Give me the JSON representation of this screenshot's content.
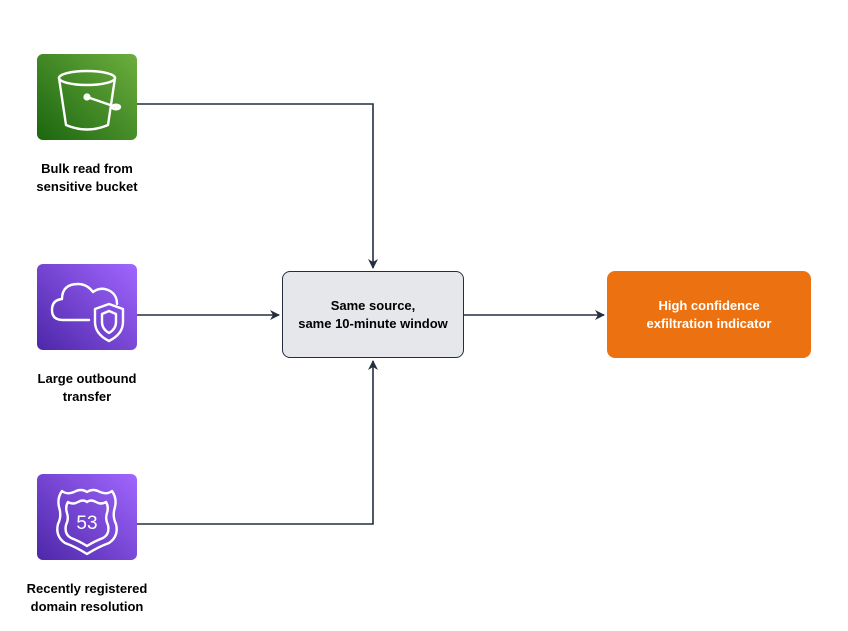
{
  "diagram": {
    "sources": [
      {
        "id": "s3",
        "icon": "s3-bucket-icon",
        "label": "Bulk read from\nsensitive bucket",
        "color": "#3f8624"
      },
      {
        "id": "shield",
        "icon": "cloud-shield-icon",
        "label": "Large outbound\ntransfer",
        "color": "#7b42f6"
      },
      {
        "id": "route53",
        "icon": "route53-shield-icon",
        "label": "Recently registered\ndomain resolution",
        "color": "#7b42f6",
        "icon_text": "53"
      }
    ],
    "correlation": {
      "label": "Same source,\nsame 10-minute window"
    },
    "result": {
      "label": "High confidence\nexfiltration indicator",
      "color": "#ec7211"
    },
    "connector_color": "#232f3e"
  }
}
